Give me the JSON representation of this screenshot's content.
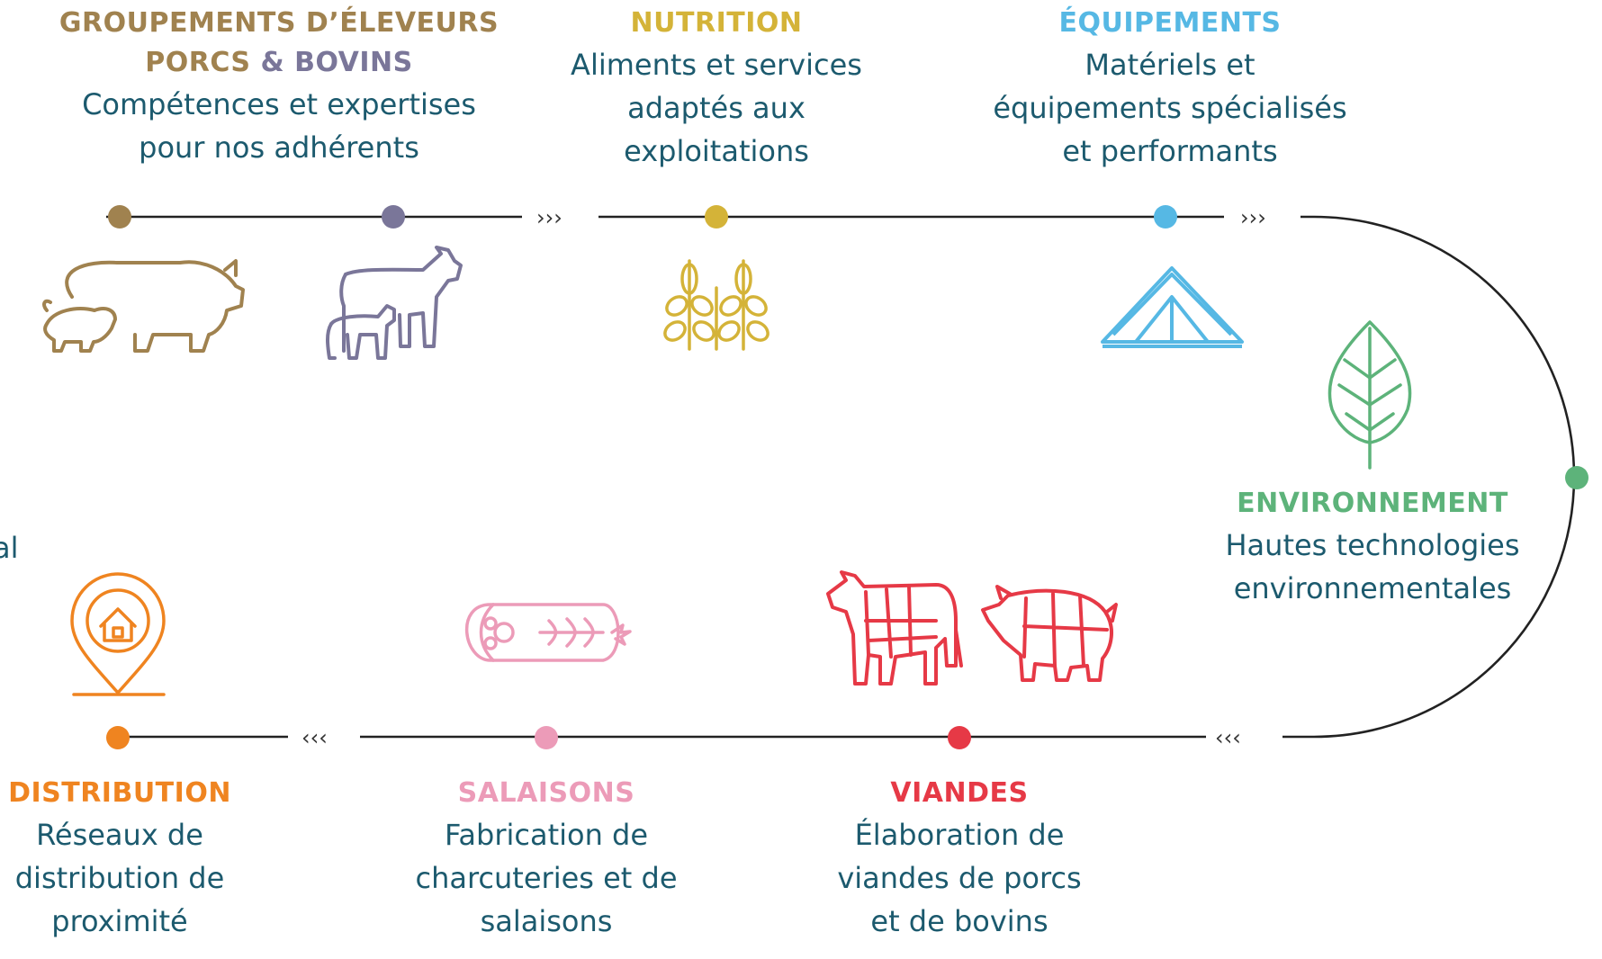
{
  "colors": {
    "groupements": "#a0824f",
    "porcs_bovins": "#7a7699",
    "nutrition": "#d4b338",
    "equipements": "#56b8e4",
    "environnement": "#5db37a",
    "viandes": "#e63946",
    "salaisons": "#ec9bb8",
    "distribution": "#ef8420",
    "text": "#1c5a6e",
    "line": "#222222"
  },
  "top": {
    "groupements": {
      "title_1": "GROUPEMENTS D’ÉLEVEURS",
      "title_2a": "PORCS",
      "title_2b": " & ",
      "title_2c": "BOVINS",
      "desc": [
        "Compétences et expertises",
        "pour nos adhérents"
      ]
    },
    "nutrition": {
      "title": "NUTRITION",
      "desc": [
        "Aliments et services",
        "adaptés aux",
        "exploitations"
      ]
    },
    "equipements": {
      "title": "ÉQUIPEMENTS",
      "desc": [
        "Matériels et",
        "équipements spécialisés",
        "et performants"
      ]
    }
  },
  "right": {
    "environnement": {
      "title": "ENVIRONNEMENT",
      "desc": [
        "Hautes technologies",
        "environnementales"
      ]
    }
  },
  "bottom": {
    "distribution": {
      "title": "DISTRIBUTION",
      "desc": [
        "Réseaux de",
        "distribution de",
        "proximité"
      ]
    },
    "salaisons": {
      "title": "SALAISONS",
      "desc": [
        "Fabrication de",
        "charcuteries et de",
        "salaisons"
      ]
    },
    "viandes": {
      "title": "VIANDES",
      "desc": [
        "Élaboration de",
        "viandes de porcs",
        "et de bovins"
      ]
    }
  },
  "arrows": {
    "forward": "›››",
    "backward": "‹‹‹"
  },
  "edge_fragment": "al"
}
